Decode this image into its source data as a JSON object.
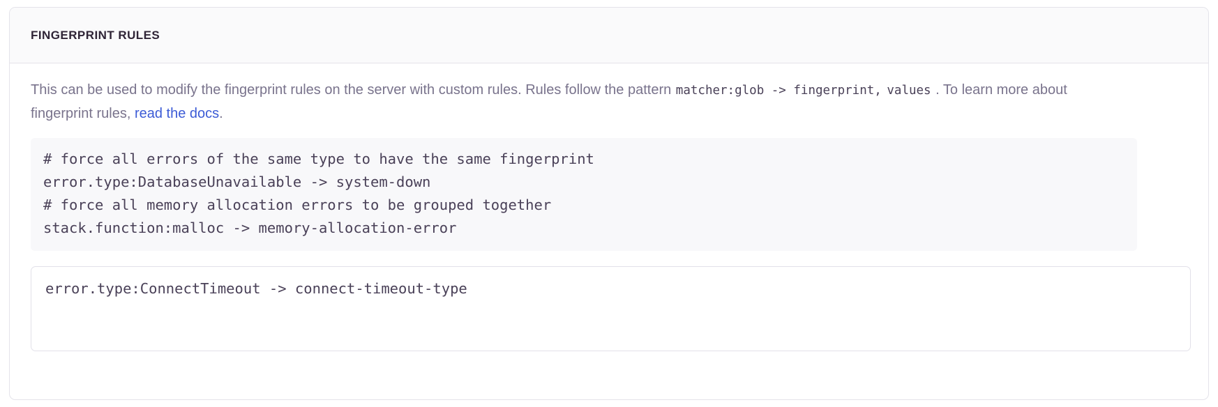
{
  "card": {
    "header_title": "Fingerprint Rules",
    "description": {
      "part1": "This can be used to modify the fingerprint rules on the server with custom rules. Rules follow the pattern",
      "code1": "matcher:glob -> fingerprint,",
      "code2": "values",
      "part2": ". To learn more about fingerprint rules,",
      "link_text": "read the docs",
      "part3": "."
    },
    "example_code": {
      "lines": [
        "# force all errors of the same type to have the same fingerprint",
        "error.type:DatabaseUnavailable -> system-down",
        "# force all memory allocation errors to be grouped together",
        "stack.function:malloc -> memory-allocation-error"
      ]
    },
    "rules_input": {
      "value": "error.type:ConnectTimeout -> connect-timeout-type",
      "placeholder": ""
    }
  },
  "colors": {
    "link": "#3c5bd6",
    "code_text": "#4a4158",
    "muted_text": "#79738c",
    "border": "#e4e3ea",
    "header_bg": "#fafafb",
    "code_bg": "#f8f8fa"
  }
}
